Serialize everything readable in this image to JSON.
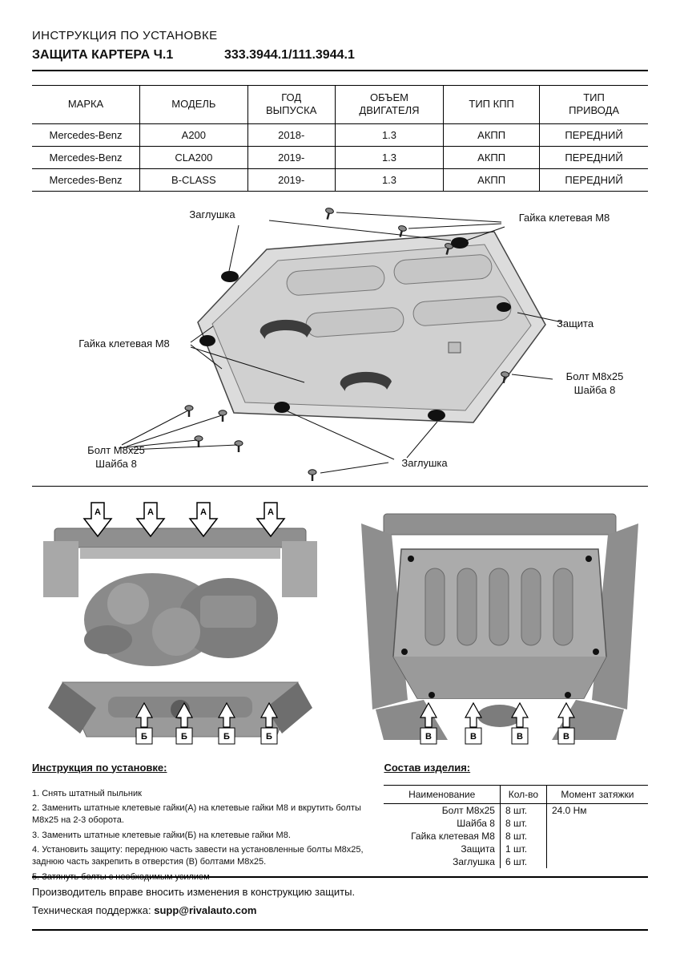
{
  "header": {
    "line1": "ИНСТРУКЦИЯ ПО УСТАНОВКЕ",
    "line2_left": "ЗАЩИТА КАРТЕРА Ч.1",
    "line2_right": "333.3944.1/111.3944.1"
  },
  "vehicle_table": {
    "headers": [
      "МАРКА",
      "МОДЕЛЬ",
      "ГОД\nВЫПУСКА",
      "ОБЪЕМ\nДВИГАТЕЛЯ",
      "ТИП КПП",
      "ТИП\nПРИВОДА"
    ],
    "rows": [
      [
        "Mercedes-Benz",
        "A200",
        "2018-",
        "1.3",
        "АКПП",
        "ПЕРЕДНИЙ"
      ],
      [
        "Mercedes-Benz",
        "CLA200",
        "2019-",
        "1.3",
        "АКПП",
        "ПЕРЕДНИЙ"
      ],
      [
        "Mercedes-Benz",
        "B-CLASS",
        "2019-",
        "1.3",
        "АКПП",
        "ПЕРЕДНИЙ"
      ]
    ]
  },
  "diagram": {
    "labels": {
      "plug_top": "Заглушка",
      "nut_top": "Гайка клетевая М8",
      "shield": "Защита",
      "bolt_washer_right": "Болт М8х25\nШайба 8",
      "nut_left": "Гайка клетевая М8",
      "bolt_washer_left": "Болт М8х25\nШайба 8",
      "plug_bottom": "Заглушка"
    }
  },
  "photos": {
    "left": {
      "top_marker": "А",
      "bottom_marker": "Б"
    },
    "right": {
      "bottom_marker": "В"
    }
  },
  "instructions": {
    "title": "Инструкция по установке:",
    "steps": [
      "1. Снять штатный пыльник",
      "2. Заменить штатные клетевые гайки(А) на клетевые гайки М8 и вкрутить болты М8х25 на 2-3 оборота.",
      "3. Заменить штатные клетевые гайки(Б) на клетевые гайки М8.",
      "4. Установить защиту: переднюю часть завести на установленные болты М8х25, заднюю часть закрепить в отверстия (В) болтами М8х25.",
      "5. Затянуть болты с необходимым усилием"
    ]
  },
  "parts": {
    "title": "Состав изделия:",
    "headers": [
      "Наименование",
      "Кол-во",
      "Момент затяжки"
    ],
    "rows": [
      [
        "Болт М8х25",
        "8 шт.",
        "24.0 Нм"
      ],
      [
        "Шайба 8",
        "8 шт.",
        ""
      ],
      [
        "Гайка клетевая М8",
        "8 шт.",
        ""
      ],
      [
        "Защита",
        "1 шт.",
        ""
      ],
      [
        "Заглушка",
        "6 шт.",
        ""
      ]
    ]
  },
  "footer": {
    "line1": "Производитель вправе вносить изменения в конструкцию защиты.",
    "line2_label": "Техническая поддержка:",
    "line2_email": "supp@rivalauto.com"
  }
}
